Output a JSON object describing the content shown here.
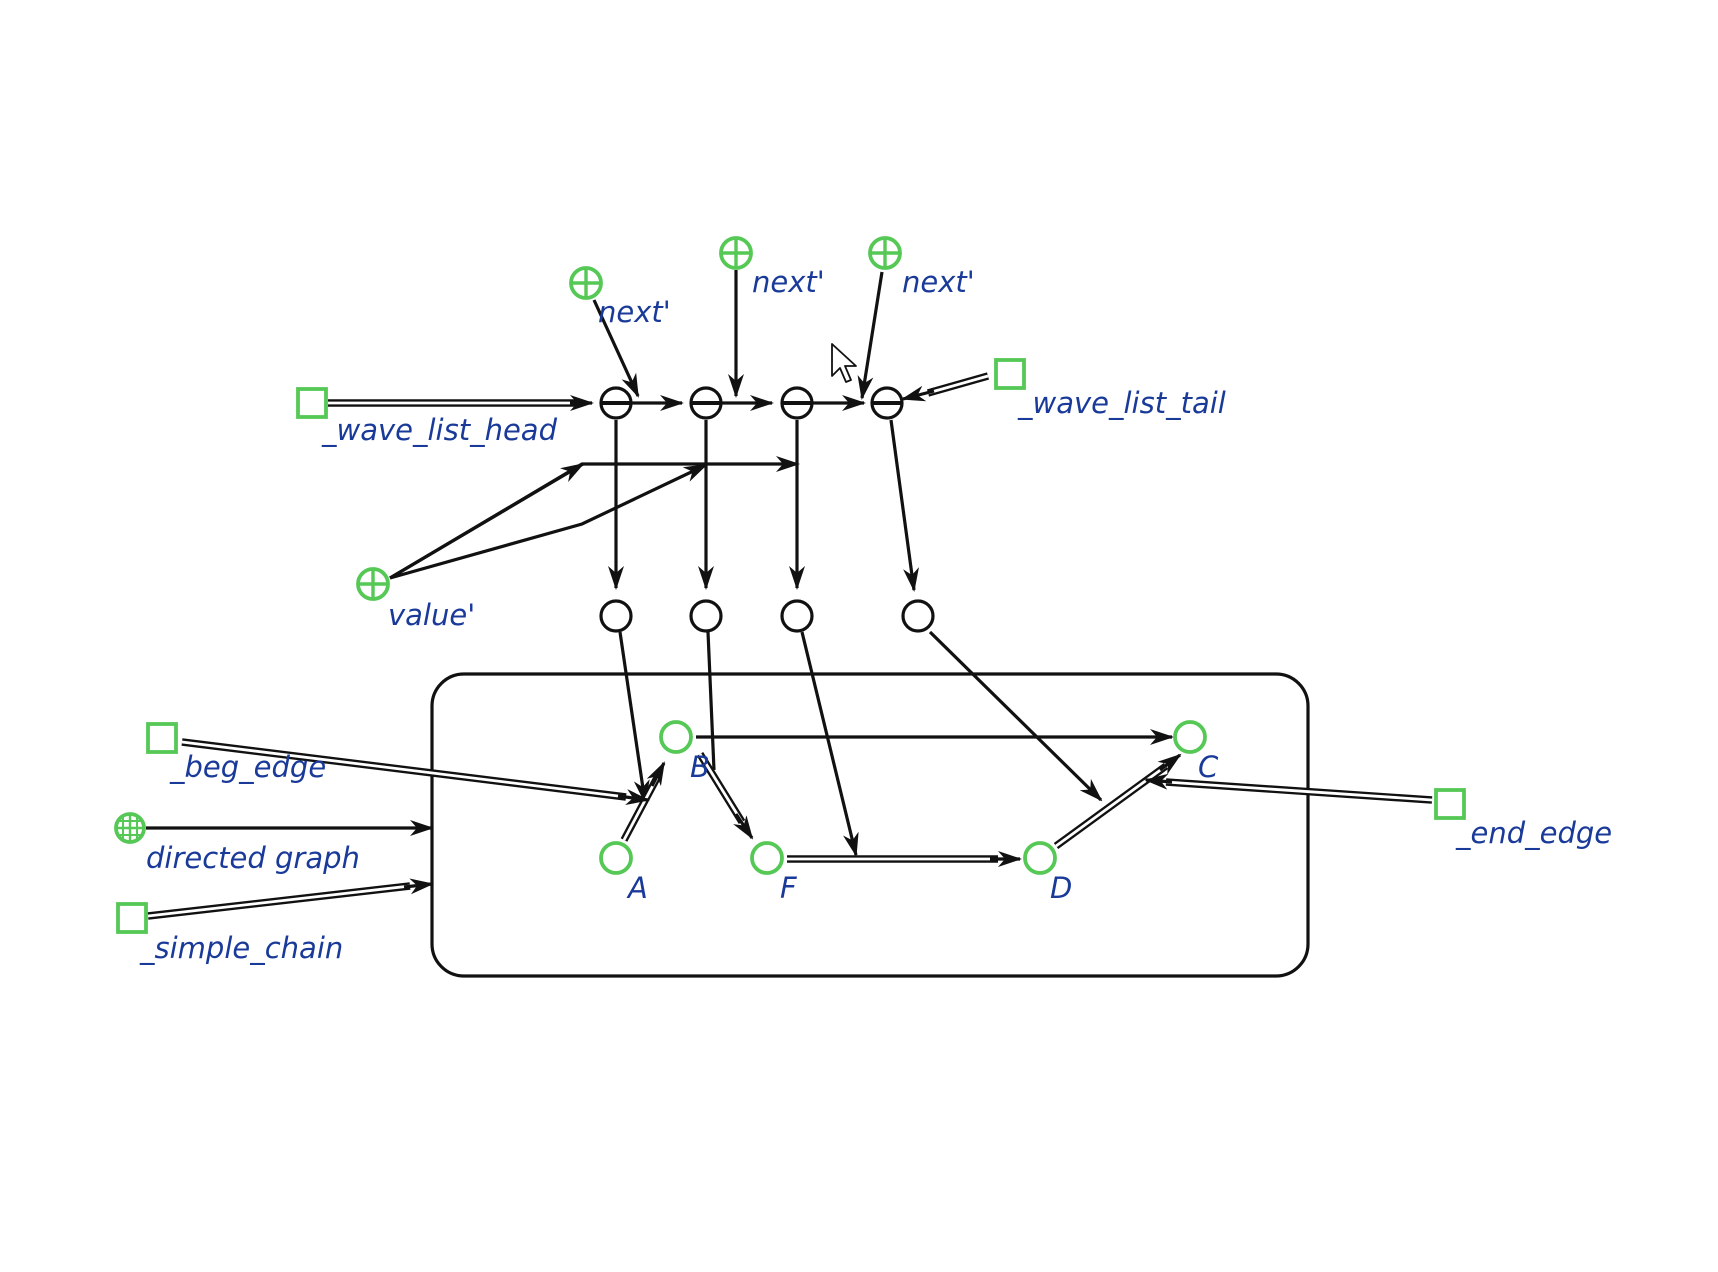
{
  "diagram": {
    "labels": {
      "wave_list_head": "_wave_list_head",
      "wave_list_tail": "_wave_list_tail",
      "next_1": "next'",
      "next_2": "next'",
      "next_3": "next'",
      "value": "value'",
      "beg_edge": "_beg_edge",
      "directed_graph": "directed graph",
      "simple_chain": "_simple_chain",
      "end_edge": "_end_edge",
      "node_a": "A",
      "node_b": "B",
      "node_c": "C",
      "node_d": "D",
      "node_f": "F"
    },
    "colors": {
      "label_text": "#1a3a99",
      "node_stroke": "#55c855",
      "edge": "#111111",
      "background": "#ffffff"
    },
    "icons": {
      "node_class": "square-node-icon",
      "role_relation": "circle-plus-icon",
      "tuple": "circle-minus-icon",
      "struct": "circle-grid-icon",
      "pointer": "mouse-pointer-icon"
    }
  }
}
